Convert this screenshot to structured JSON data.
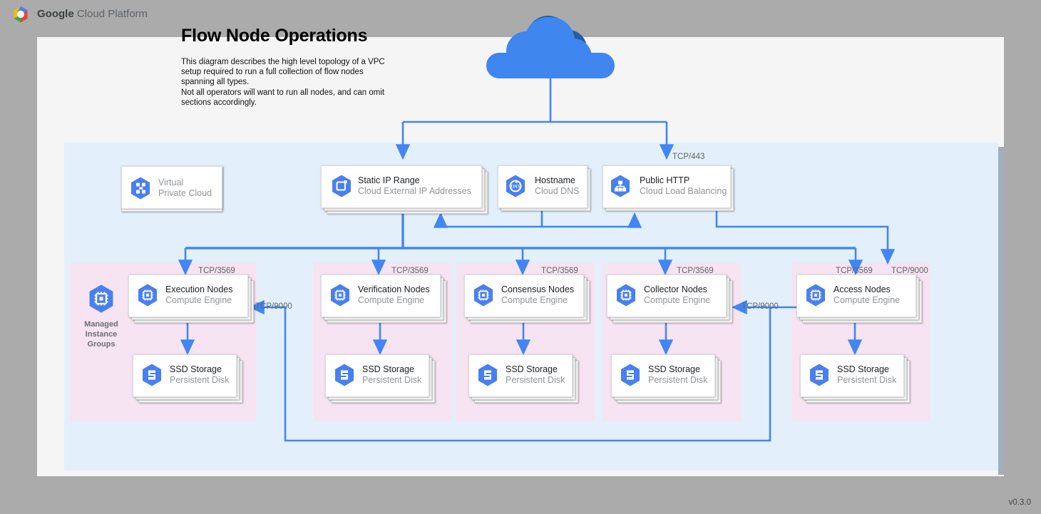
{
  "brand": {
    "name_bold": "Google",
    "name_rest": " Cloud Platform",
    "logo_icon": "gcp-hexagon-logo"
  },
  "page": {
    "title": "Flow Node Operations",
    "description": "This diagram describes the high level topology of a VPC setup required to run a full collection of flow nodes spanning all types.\nNot all operators will want to run all nodes, and can omit sections accordingly.",
    "version": "v0.3.0"
  },
  "colors": {
    "background": "#ababab",
    "canvas": "#f5f5f5",
    "vpc_panel": "#e3f0fb",
    "group_panel": "#f7e4f2",
    "wire": "#4285f4",
    "cloud_light": "#3f86ef",
    "cloud_dark": "#245da0",
    "icon_blue": "#4a7ff0",
    "title_text": "#000000",
    "subtitle_text": "#919598"
  },
  "internet": {
    "icon": "cloud-icon",
    "label": ""
  },
  "top_nodes": [
    {
      "id": "vpc",
      "title": "Virtual",
      "subtitle": "Private Cloud",
      "icon": "virtual-private-cloud-icon",
      "muted": true
    },
    {
      "id": "static-ip",
      "title": "Static IP Range",
      "subtitle": "Cloud External IP Addresses",
      "icon": "cloud-external-ip-icon",
      "muted": false
    },
    {
      "id": "hostname",
      "title": "Hostname",
      "subtitle": "Cloud DNS",
      "icon": "cloud-dns-icon",
      "muted": false
    },
    {
      "id": "public-http",
      "title": "Public HTTP",
      "subtitle": "Cloud Load Balancing",
      "icon": "cloud-load-balancing-icon",
      "muted": false
    }
  ],
  "managed_instance_groups": {
    "label": "Managed\nInstance\nGroups",
    "icon": "compute-engine-icon"
  },
  "groups": [
    {
      "id": "execution",
      "node": {
        "title": "Execution Nodes",
        "subtitle": "Compute Engine",
        "icon": "compute-engine-icon"
      },
      "storage": {
        "title": "SSD Storage",
        "subtitle": "Persistent Disk",
        "icon": "persistent-disk-icon"
      }
    },
    {
      "id": "verification",
      "node": {
        "title": "Verification Nodes",
        "subtitle": "Compute Engine",
        "icon": "compute-engine-icon"
      },
      "storage": {
        "title": "SSD Storage",
        "subtitle": "Persistent Disk",
        "icon": "persistent-disk-icon"
      }
    },
    {
      "id": "consensus",
      "node": {
        "title": "Consensus Nodes",
        "subtitle": "Compute Engine",
        "icon": "compute-engine-icon"
      },
      "storage": {
        "title": "SSD Storage",
        "subtitle": "Persistent Disk",
        "icon": "persistent-disk-icon"
      }
    },
    {
      "id": "collector",
      "node": {
        "title": "Collector Nodes",
        "subtitle": "Compute Engine",
        "icon": "compute-engine-icon"
      },
      "storage": {
        "title": "SSD Storage",
        "subtitle": "Persistent Disk",
        "icon": "persistent-disk-icon"
      }
    },
    {
      "id": "access",
      "node": {
        "title": "Access Nodes",
        "subtitle": "Compute Engine",
        "icon": "compute-engine-icon"
      },
      "storage": {
        "title": "SSD Storage",
        "subtitle": "Persistent Disk",
        "icon": "persistent-disk-icon"
      }
    }
  ],
  "port_labels": {
    "https": "TCP/443",
    "exec_in": "TCP/3569",
    "verif_in": "TCP/3569",
    "consensus_in": "TCP/3569",
    "collector_in": "TCP/3569",
    "access_in": "TCP/3569",
    "access_9000": "TCP/9000",
    "collector_9000": "TCP/9000",
    "exec_9000": "TCP/9000"
  }
}
